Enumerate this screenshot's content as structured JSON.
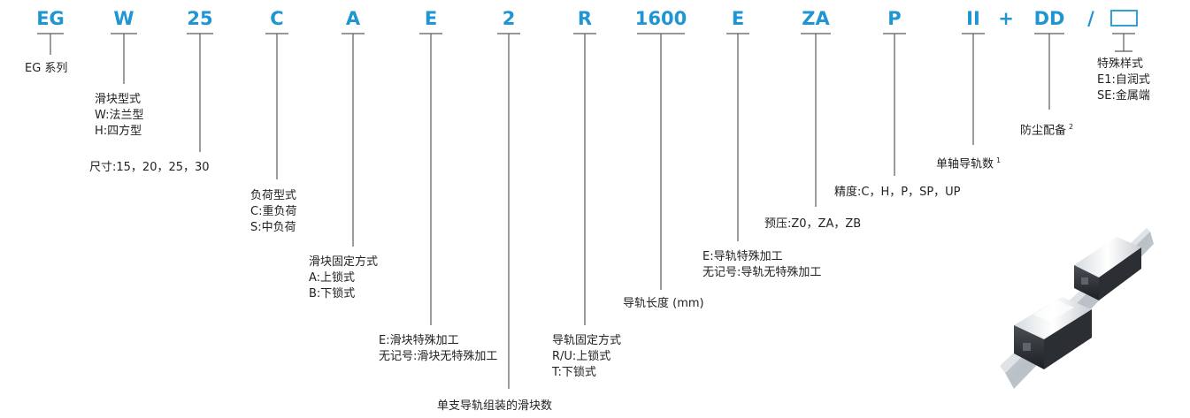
{
  "codes": [
    {
      "code": "EG",
      "label": [
        "EG 系列"
      ]
    },
    {
      "code": "W",
      "label": [
        "滑块型式",
        "W:法兰型",
        "H:四方型"
      ]
    },
    {
      "code": "25",
      "label": [
        "尺寸:15，20，25，30"
      ]
    },
    {
      "code": "C",
      "label": [
        "负荷型式",
        "C:重负荷",
        "S:中负荷"
      ]
    },
    {
      "code": "A",
      "label": [
        "滑块固定方式",
        "A:上锁式",
        "B:下锁式"
      ]
    },
    {
      "code": "E",
      "label": [
        "E:滑块特殊加工",
        "无记号:滑块无特殊加工"
      ]
    },
    {
      "code": "2",
      "label": [
        "单支导轨组装的滑块数"
      ]
    },
    {
      "code": "R",
      "label": [
        "导轨固定方式",
        "R/U:上锁式",
        "T:下锁式"
      ]
    },
    {
      "code": "1600",
      "label": [
        "导轨长度 (mm)"
      ]
    },
    {
      "code": "E",
      "label": [
        "E:导轨特殊加工",
        "无记号:导轨无特殊加工"
      ]
    },
    {
      "code": "ZA",
      "label": [
        "预压:Z0，ZA，ZB"
      ]
    },
    {
      "code": "P",
      "label": [
        "精度:C，H，P，SP，UP"
      ]
    },
    {
      "code": "II",
      "label": [
        "单轴导轨数"
      ],
      "note": "1"
    },
    {
      "code": "DD",
      "label": [
        "防尘配备"
      ],
      "note": "2"
    },
    {
      "code": "□",
      "label": [
        "特殊样式",
        "E1:自润式",
        "SE:金属端"
      ]
    }
  ],
  "separators": {
    "plus": "+",
    "slash": "/"
  },
  "colors": {
    "code": "#1f95d2",
    "line": "#5a5a5a",
    "text": "#222222"
  },
  "image": {
    "icon": "linear-guide-product-photo"
  }
}
